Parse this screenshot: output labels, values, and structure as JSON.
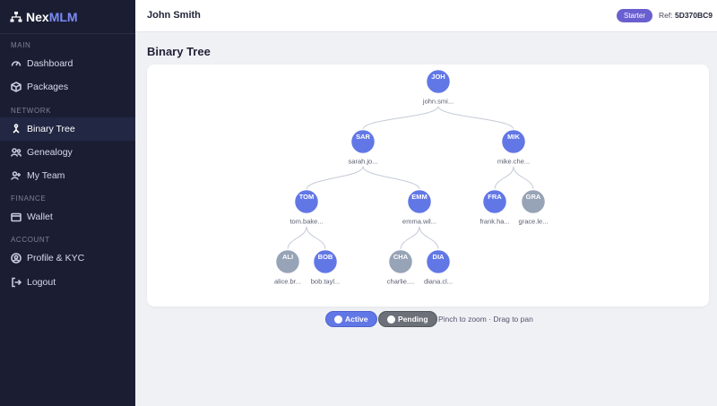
{
  "brand": {
    "name_part1": "Nex",
    "name_part2": "MLM"
  },
  "sidebar": {
    "sections": [
      {
        "label": "MAIN"
      },
      {
        "label": "NETWORK"
      },
      {
        "label": "FINANCE"
      },
      {
        "label": "ACCOUNT"
      }
    ],
    "items": [
      {
        "label": "Dashboard",
        "icon": "dashboard-icon"
      },
      {
        "label": "Packages",
        "icon": "package-icon"
      },
      {
        "label": "Binary Tree",
        "icon": "tree-icon",
        "active": true
      },
      {
        "label": "Genealogy",
        "icon": "genealogy-icon"
      },
      {
        "label": "My Team",
        "icon": "team-icon"
      },
      {
        "label": "Wallet",
        "icon": "wallet-icon"
      },
      {
        "label": "Profile & KYC",
        "icon": "profile-icon"
      },
      {
        "label": "Logout",
        "icon": "logout-icon"
      }
    ]
  },
  "header": {
    "user_name": "John Smith",
    "plan": "Starter",
    "ref_label": "Ref:",
    "ref_code": "5D370BC9"
  },
  "page": {
    "title": "Binary Tree"
  },
  "tree": {
    "nodes": [
      {
        "id": "joh",
        "label": "JOH",
        "sub": "john.smi...",
        "status": "active",
        "parent": null
      },
      {
        "id": "sar",
        "label": "SAR",
        "sub": "sarah.jo...",
        "status": "active",
        "parent": "joh"
      },
      {
        "id": "mik",
        "label": "MIK",
        "sub": "mike.che...",
        "status": "active",
        "parent": "joh"
      },
      {
        "id": "tom",
        "label": "TOM",
        "sub": "tom.bake...",
        "status": "active",
        "parent": "sar"
      },
      {
        "id": "emm",
        "label": "EMM",
        "sub": "emma.wil...",
        "status": "active",
        "parent": "sar"
      },
      {
        "id": "fra",
        "label": "FRA",
        "sub": "frank.ha...",
        "status": "active",
        "parent": "mik"
      },
      {
        "id": "gra",
        "label": "GRA",
        "sub": "grace.le...",
        "status": "pending",
        "parent": "mik"
      },
      {
        "id": "ali",
        "label": "ALI",
        "sub": "alice.br...",
        "status": "pending",
        "parent": "tom"
      },
      {
        "id": "bob",
        "label": "BOB",
        "sub": "bob.tayl...",
        "status": "active",
        "parent": "tom"
      },
      {
        "id": "cha",
        "label": "CHA",
        "sub": "charlie....",
        "status": "pending",
        "parent": "emm"
      },
      {
        "id": "dia",
        "label": "DIA",
        "sub": "diana.cl...",
        "status": "active",
        "parent": "emm"
      }
    ]
  },
  "legend": {
    "active": "Active",
    "pending": "Pending",
    "hint": "Pinch to zoom · Drag to pan"
  },
  "colors": {
    "active": "#6277e6",
    "pending": "#97a3b6",
    "link": "#c4cad6"
  }
}
